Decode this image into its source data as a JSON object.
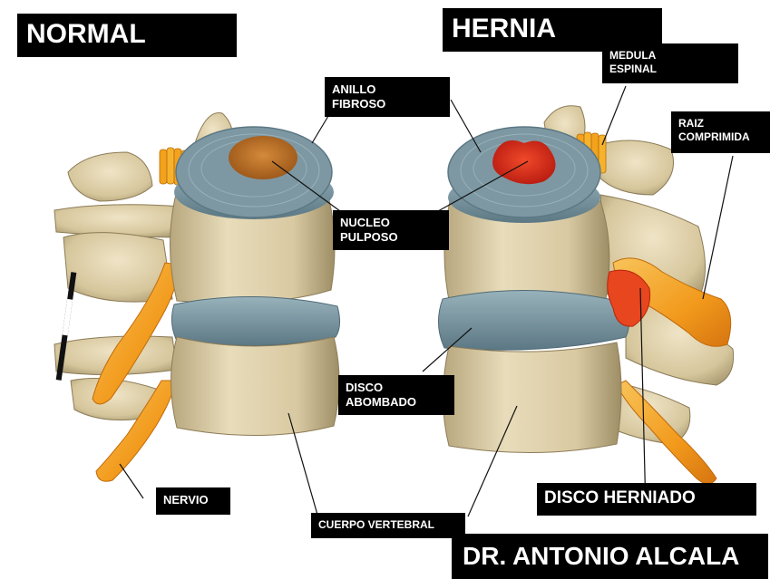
{
  "headings": {
    "normal": "NORMAL",
    "hernia": "HERNIA"
  },
  "labels": {
    "anillo_fibroso": [
      "ANILLO",
      "FIBROSO"
    ],
    "nucleo_pulposo": [
      "NUCLEO",
      "PULPOSO"
    ],
    "disco_abombado": [
      "DISCO",
      "ABOMBADO"
    ],
    "nervio": "NERVIO",
    "cuerpo_vertebral": "CUERPO VERTEBRAL",
    "medula_espinal": [
      "MEDULA",
      "ESPINAL"
    ],
    "raiz_comprimida": [
      "RAIZ",
      "COMPRIMIDA"
    ],
    "disco_herniado": "DISCO HERNIADO"
  },
  "credit": "DR. ANTONIO ALCALA",
  "colors": {
    "bone": "#e2d4b0",
    "bone_shadow": "#a89870",
    "disc_ring": "#7d98a3",
    "disc_ring_dark": "#5c7884",
    "nucleus_normal": "#b0661d",
    "nucleus_hernia": "#d8281a",
    "nerve": "#f29a1c",
    "nerve_light": "#f8c45a",
    "label_bg": "#000000",
    "label_text": "#ffffff"
  }
}
